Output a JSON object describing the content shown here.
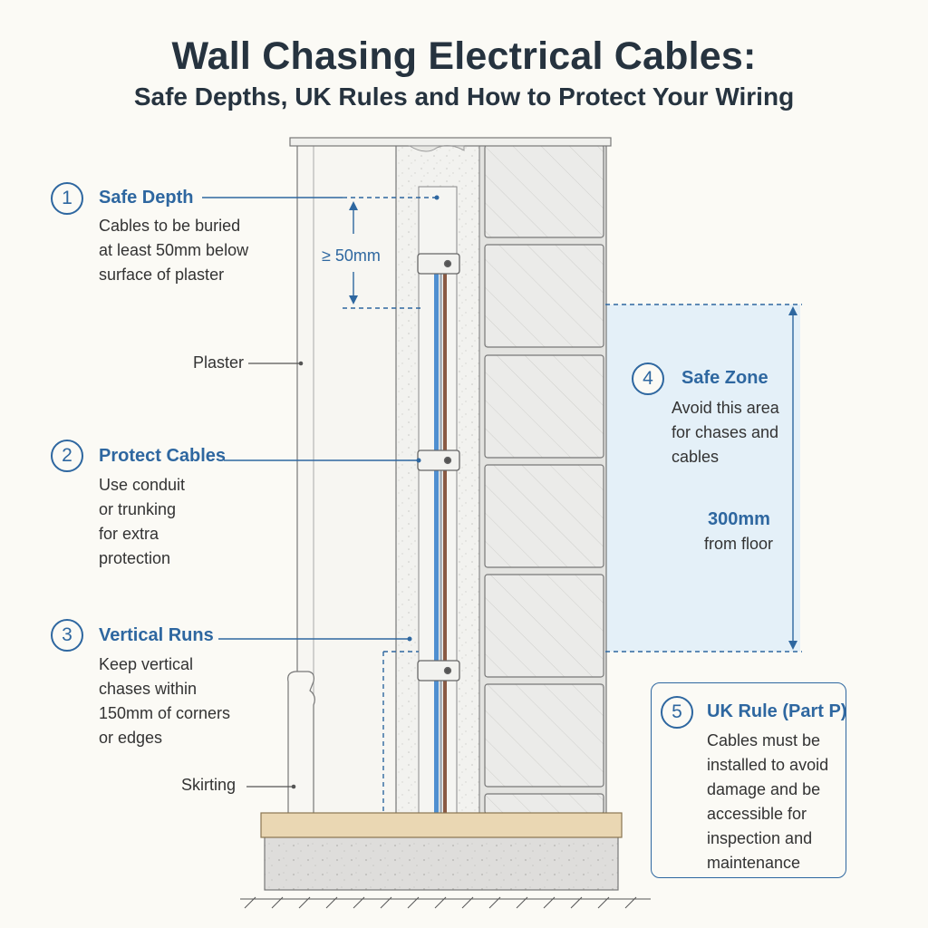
{
  "title": "Wall Chasing Electrical Cables:",
  "subtitle": "Safe Depths, UK Rules and How to Protect Your Wiring",
  "colors": {
    "accent": "#2e67a0",
    "safe_zone_fill": "#e4f0f8",
    "cable_blue": "#4f8fd0",
    "cable_brown": "#8a5a44",
    "floor_board": "#ead7b3"
  },
  "annotations": [
    {
      "number": "1",
      "title": "Safe Depth",
      "body": "Cables to be buried at least 50mm below surface of plaster"
    },
    {
      "number": "2",
      "title": "Protect Cables",
      "body": "Use conduit or trunking for extra protection"
    },
    {
      "number": "3",
      "title": "Vertical Runs",
      "body": "Keep vertical chases within 150mm of corners or edges"
    },
    {
      "number": "4",
      "title": "Safe Zone",
      "body": "Avoid this area for chases and cables"
    },
    {
      "number": "5",
      "title": "UK Rule (Part P)",
      "body": "Cables must be installed to avoid damage and be accessible for inspection and maintenance"
    }
  ],
  "labels": {
    "plaster": "Plaster",
    "skirting": "Skirting",
    "depth_dim": "≥ 50mm",
    "zone_dim": "300mm",
    "zone_dim_sub": "from floor"
  }
}
